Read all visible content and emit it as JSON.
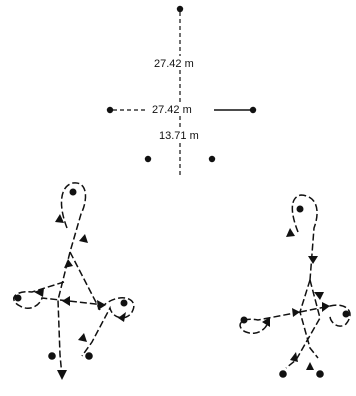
{
  "dimension_labels": {
    "vertical_top": "27.42 m",
    "horizontal": "27.42 m",
    "vertical_bottom": "13.71 m"
  },
  "colors": {
    "ink": "#111111",
    "background": "#ffffff"
  }
}
